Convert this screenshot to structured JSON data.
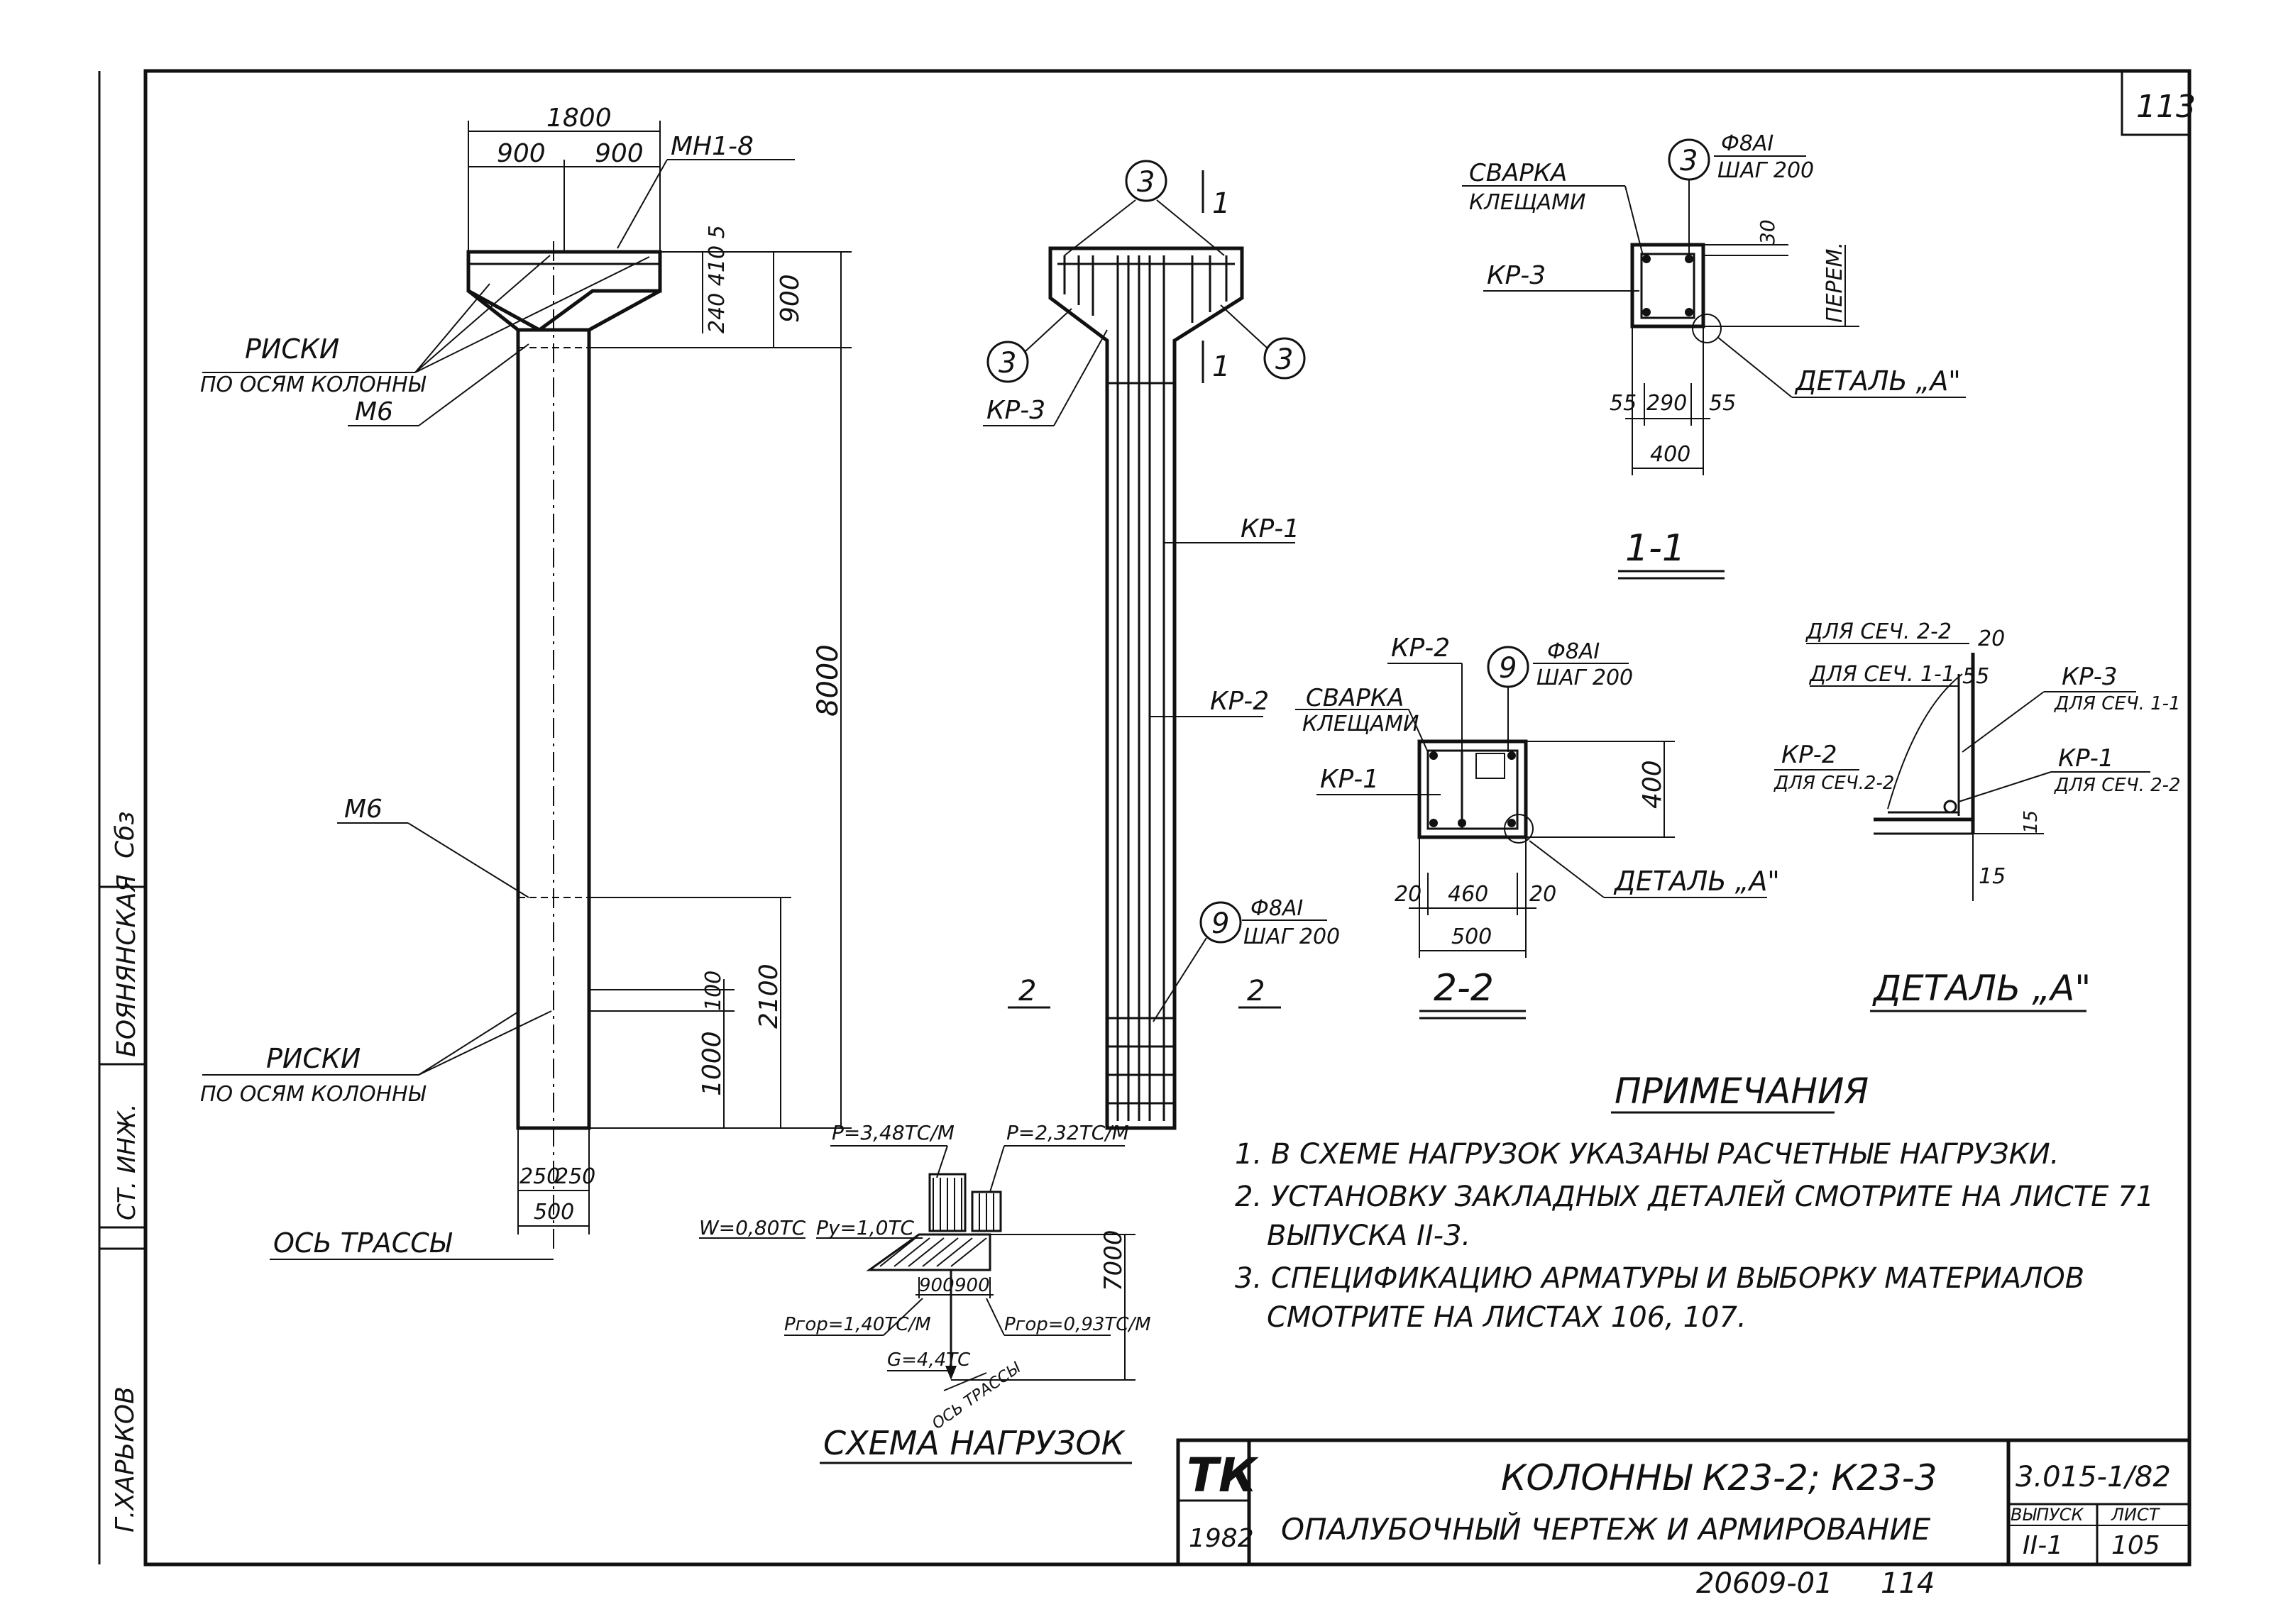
{
  "sheet": {
    "page_number": "113",
    "left_strip": {
      "author": "Г.ХАРЬКОВ",
      "position": "СТ. ИНЖ.",
      "checker": "БОЯНЯНСКАЯ",
      "signature": "Сбз"
    }
  },
  "column_view": {
    "dim_total_width": "1800",
    "dim_half_left": "900",
    "dim_half_right": "900",
    "embedded_top": "МН1-8",
    "dim_top_height": "900",
    "dim_top_small": "240 410 5",
    "marks_label": "РИСКИ",
    "marks_sub": "ПО ОСЯМ КОЛОННЫ",
    "embedded_m6_top": "М6",
    "dim_total_height": "8000",
    "embedded_m6_mid": "М6",
    "dim_2100": "2100",
    "dim_100": "100",
    "dim_1000": "1000",
    "marks_label_2": "РИСКИ",
    "marks_sub_2": "ПО ОСЯМ КОЛОННЫ",
    "dim_250_left": "250",
    "dim_250_right": "250",
    "dim_500": "500",
    "axis_label": "ОСЬ ТРАССЫ"
  },
  "reinforcement_view": {
    "pos_3_top": "3",
    "pos_3_left": "3",
    "pos_3_right": "3",
    "section_mark_1a": "1",
    "section_mark_1b": "1",
    "kr3": "КР-3",
    "kr1": "КР-1",
    "kr2": "КР-2",
    "pos_9": "9",
    "pos_9_bar": "Ф8АI",
    "pos_9_step": "ШАГ 200",
    "section_mark_2a": "2",
    "section_mark_2b": "2"
  },
  "section_1_1": {
    "pos": "3",
    "bar": "Ф8АI",
    "step": "ШАГ 200",
    "weld": "СВАРКА",
    "weld_sub": "КЛЕЩАМИ",
    "kr": "КР-3",
    "dim_30": "30",
    "dim_var": "ПЕРЕМ.",
    "dim_55_left": "55",
    "dim_290": "290",
    "dim_55_right": "55",
    "dim_400": "400",
    "detail": "ДЕТАЛЬ „А\"",
    "title": "1-1"
  },
  "section_2_2": {
    "kr2": "КР-2",
    "pos": "9",
    "bar": "Ф8АI",
    "step": "ШАГ 200",
    "weld": "СВАРКА",
    "weld_sub": "КЛЕЩАМИ",
    "kr1": "КР-1",
    "dim_400": "400",
    "dim_20_left": "20",
    "dim_460": "460",
    "dim_20_right": "20",
    "dim_500": "500",
    "detail": "ДЕТАЛЬ „А\"",
    "title": "2-2"
  },
  "detail_a": {
    "for_22": "ДЛЯ СЕЧ. 2-2",
    "dim_20": "20",
    "for_11": "ДЛЯ СЕЧ. 1-1",
    "dim_55": "55",
    "kr3": "КР-3",
    "kr3_sub": "ДЛЯ СЕЧ. 1-1",
    "kr2": "КР-2",
    "kr2_sub": "ДЛЯ СЕЧ.2-2",
    "kr1": "КР-1",
    "kr1_sub": "ДЛЯ СЕЧ. 2-2",
    "dim_15a": "15",
    "dim_15b": "15",
    "title": "ДЕТАЛЬ „А\""
  },
  "load_scheme": {
    "p_left": "P=3,48ТС/М",
    "p_right": "P=2,32ТС/М",
    "w": "W=0,80ТС",
    "py": "Pу=1,0ТС",
    "dim_900a": "900",
    "dim_900b": "900",
    "dim_7000": "7000",
    "p_top_left": "Pгор=1,40ТС/М",
    "p_top_right": "Pгор=0,93ТС/М",
    "g": "G=4,4ТС",
    "axis": "ОСЬ ТРАССЫ",
    "title": "СХЕМА НАГРУЗОК"
  },
  "notes": {
    "heading": "ПРИМЕЧАНИЯ",
    "items": [
      "1. В СХЕМЕ НАГРУЗОК УКАЗАНЫ РАСЧЕТНЫЕ НАГРУЗКИ.",
      "2. УСТАНОВКУ ЗАКЛАДНЫХ ДЕТАЛЕЙ СМОТРИТЕ НА ЛИСТЕ 71",
      "ВЫПУСКА II-3.",
      "3. СПЕЦИФИКАЦИЮ АРМАТУРЫ И ВЫБОРКУ МАТЕРИАЛОВ",
      "СМОТРИТЕ НА ЛИСТАХ 106, 107."
    ]
  },
  "title_block": {
    "logo": "ТК",
    "year": "1982",
    "title_1": "КОЛОННЫ К23-2; К23-3",
    "title_2": "ОПАЛУБОЧНЫЙ ЧЕРТЕЖ И АРМИРОВАНИЕ",
    "code": "3.015-1/82",
    "issue_label": "ВЫПУСК",
    "issue": "II-1",
    "sheet_label": "ЛИСТ",
    "sheet": "105",
    "archive": "20609-01",
    "archive_page": "114"
  }
}
